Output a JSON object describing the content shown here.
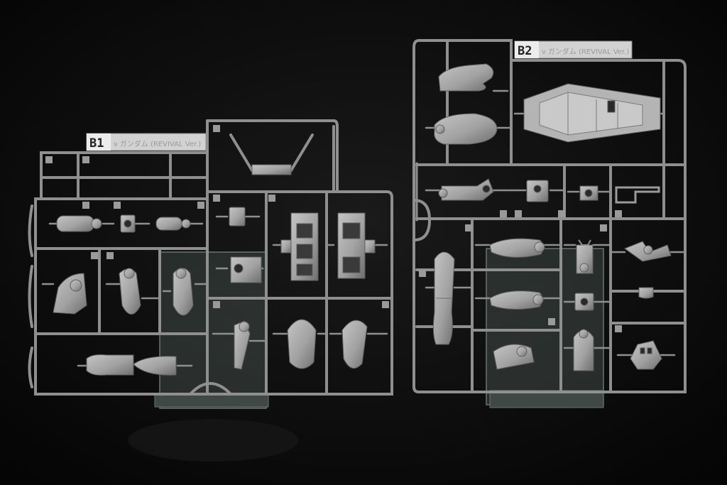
{
  "photo": {
    "subject": "plastic-model-kit-runners",
    "colors": {
      "background": "#0b0b0b",
      "runner": "#8f8f8f",
      "part": "#a9a9a9",
      "part_shadow": "#6c6c6c",
      "clear_stand": "#4a5550"
    }
  },
  "runner_b1": {
    "label": "B1",
    "sub_label": "ν ガンダム (REVIVAL Ver.)"
  },
  "runner_b2": {
    "label": "B2",
    "sub_label": "ν ガンダム (REVIVAL Ver.)"
  }
}
